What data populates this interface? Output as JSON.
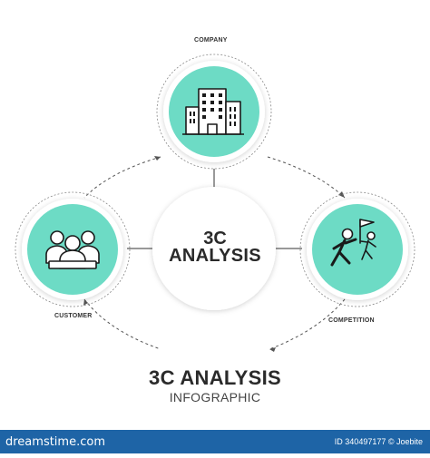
{
  "colors": {
    "accent": "#6ddbc5",
    "ring": "#ffffff",
    "dashed": "#555555",
    "text": "#2a2a2a",
    "footer": "#1e64a6"
  },
  "nodes": {
    "company": {
      "label": "COMPANY",
      "icon": "building-icon"
    },
    "customer": {
      "label": "CUSTOMER",
      "icon": "customer-group-icon"
    },
    "competition": {
      "label": "COMPETITION",
      "icon": "competition-race-icon"
    }
  },
  "center": {
    "line1": "3C",
    "line2": "ANALYSIS"
  },
  "title": "3C ANALYSIS",
  "subtitle": "INFOGRAPHIC",
  "footer": {
    "brand": "dreamstime.com",
    "id_text": "ID 340497177 © Joebite"
  }
}
